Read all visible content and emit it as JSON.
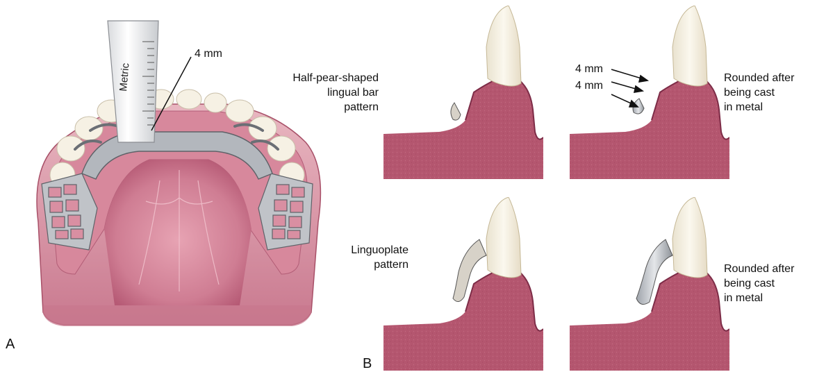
{
  "panel_a": {
    "letter": "A",
    "ruler_text": "Metric",
    "measure_label": "4 mm"
  },
  "panel_b": {
    "letter": "B",
    "top_left_label": [
      "Half-pear-shaped",
      "lingual bar",
      "pattern"
    ],
    "top_right_measure_1": "4 mm",
    "top_right_measure_2": "4 mm",
    "top_right_label": [
      "Rounded after",
      "being cast",
      "in metal"
    ],
    "bottom_left_label": [
      "Linguoplate",
      "pattern"
    ],
    "bottom_right_label": [
      "Rounded after",
      "being cast",
      "in metal"
    ]
  },
  "colors": {
    "gum": "#b5536a",
    "gum_dark": "#8e3550",
    "gum_light": "#e8aab5",
    "bone": "#b0506e",
    "tooth": "#f6f1e4",
    "metal": "#b8bcc2",
    "metal_dark": "#6c7076"
  }
}
